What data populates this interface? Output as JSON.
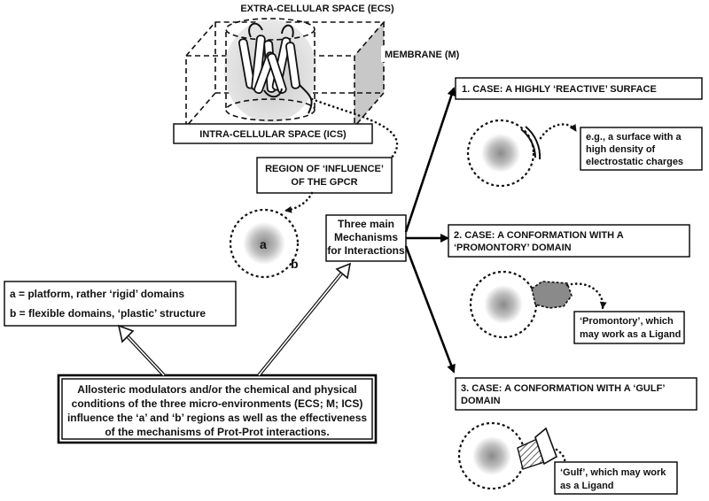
{
  "labels": {
    "ecs": "EXTRA-CELLULAR SPACE (ECS)",
    "membrane": "MEMBRANE (M)",
    "ics": "INTRA-CELLULAR SPACE (ICS)",
    "region_line1": "REGION OF ‘INFLUENCE’",
    "region_line2": "OF THE GPCR",
    "center_line1": "Three main",
    "center_line2": "Mechanisms",
    "center_line3": "for Interactions",
    "a_letter": "a",
    "b_letter": "b",
    "legend_a": "a = platform, rather ‘rigid’ domains",
    "legend_b": "b = flexible domains, ‘plastic’ structure"
  },
  "modulators": {
    "line1": "Allosteric modulators and/or the chemical and physical",
    "line2": "conditions of the three micro-environments (ECS; M; ICS)",
    "line3": "influence the ‘a’ and ‘b’ regions as well as the effectiveness",
    "line4": "of the mechanisms of Prot-Prot interactions."
  },
  "cases": [
    {
      "title_line1": "1. CASE: A HIGHLY ‘REACTIVE’ SURFACE",
      "title_line2": "",
      "note_line1": "e.g., a surface with a",
      "note_line2": "high density of",
      "note_line3": "electrostatic charges"
    },
    {
      "title_line1": "2. CASE: A CONFORMATION WITH A",
      "title_line2": "‘PROMONTORY’ DOMAIN",
      "note_line1": "‘Promontory’, which",
      "note_line2": "may work as a Ligand"
    },
    {
      "title_line1": "3. CASE: A CONFORMATION WITH A ‘GULF’",
      "title_line2": "DOMAIN",
      "note_line1": "‘Gulf’, which may work",
      "note_line2": "as a Ligand"
    }
  ],
  "colors": {
    "ink": "#111111",
    "membrane_fill": "#c8c8c8",
    "core_center": "#8a8a8a",
    "receptor_fill": "#dcdcdc"
  }
}
